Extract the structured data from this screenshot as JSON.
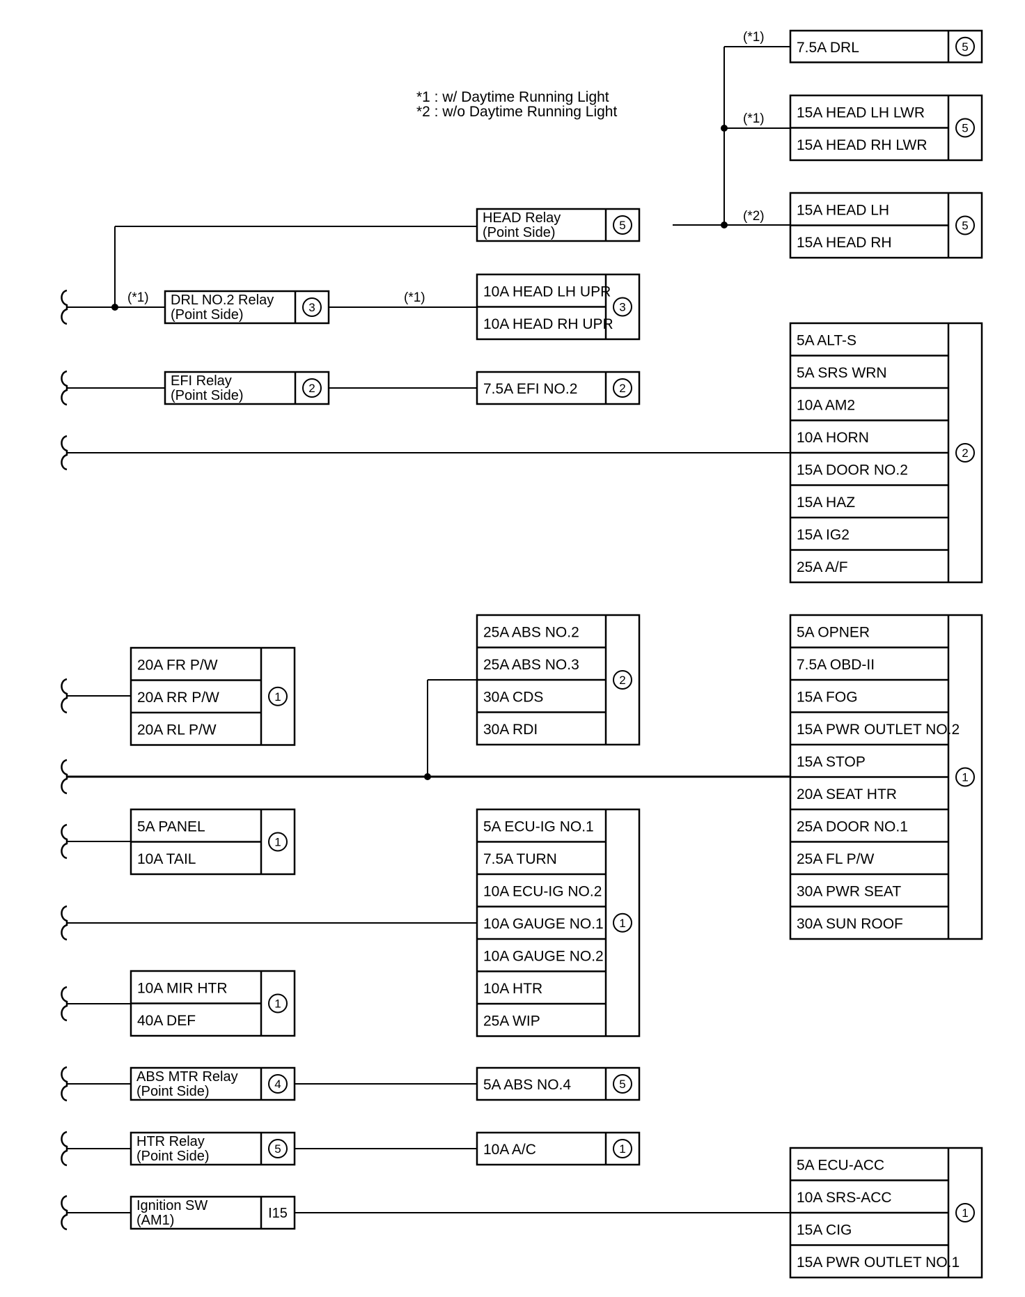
{
  "legend": {
    "note1": "*1 : w/ Daytime Running Light",
    "note2": "*2 : w/o Daytime Running Light"
  },
  "branch_labels": {
    "drl_top": "(*1)",
    "head_lwr": "(*1)",
    "head_std": "(*2)",
    "drl_relay_in": "(*1)",
    "drl_relay_out": "(*1)"
  },
  "fuse_groups": [
    {
      "items": [
        "7.5A DRL"
      ],
      "block": "5"
    },
    {
      "items": [
        "15A HEAD LH LWR",
        "15A HEAD RH LWR"
      ],
      "block": "5"
    },
    {
      "items": [
        "15A HEAD LH",
        "15A HEAD RH"
      ],
      "block": "5"
    },
    {
      "items": [
        "10A HEAD LH UPR",
        "10A HEAD RH UPR"
      ],
      "block": "3"
    },
    {
      "items": [
        "7.5A EFI NO.2"
      ],
      "block": "2"
    },
    {
      "items": [
        "5A ALT-S",
        "5A SRS WRN",
        "10A AM2",
        "10A HORN",
        "15A DOOR NO.2",
        "15A HAZ",
        "15A IG2",
        "25A A/F"
      ],
      "block": "2"
    },
    {
      "items": [
        "25A ABS NO.2",
        "25A ABS NO.3",
        "30A CDS",
        "30A RDI"
      ],
      "block": "2"
    },
    {
      "items": [
        "20A FR P/W",
        "20A RR P/W",
        "20A RL P/W"
      ],
      "block": "1"
    },
    {
      "items": [
        "5A OPNER",
        "7.5A OBD-II",
        "15A FOG",
        "15A PWR OUTLET NO.2",
        "15A STOP",
        "20A SEAT HTR",
        "25A DOOR NO.1",
        "25A FL P/W",
        "30A PWR SEAT",
        "30A SUN ROOF"
      ],
      "block": "1"
    },
    {
      "items": [
        "5A PANEL",
        "10A TAIL"
      ],
      "block": "1"
    },
    {
      "items": [
        "5A ECU-IG NO.1",
        "7.5A TURN",
        "10A ECU-IG NO.2",
        "10A GAUGE NO.1",
        "10A GAUGE NO.2",
        "10A HTR",
        "25A WIP"
      ],
      "block": "1"
    },
    {
      "items": [
        "10A MIR HTR",
        "40A DEF"
      ],
      "block": "1"
    },
    {
      "items": [
        "5A ABS NO.4"
      ],
      "block": "5"
    },
    {
      "items": [
        "10A A/C"
      ],
      "block": "1"
    },
    {
      "items": [
        "5A ECU-ACC",
        "10A SRS-ACC",
        "15A CIG",
        "15A PWR OUTLET NO.1"
      ],
      "block": "1"
    }
  ],
  "relays": [
    {
      "line1": "HEAD Relay",
      "line2": "(Point Side)",
      "block": "5"
    },
    {
      "line1": "DRL NO.2 Relay",
      "line2": "(Point Side)",
      "block": "3"
    },
    {
      "line1": "EFI Relay",
      "line2": "(Point Side)",
      "block": "2"
    },
    {
      "line1": "ABS MTR Relay",
      "line2": "(Point Side)",
      "block": "4"
    },
    {
      "line1": "HTR Relay",
      "line2": "(Point Side)",
      "block": "5"
    },
    {
      "line1": "Ignition SW",
      "line2": "(AM1)",
      "block": "I15"
    }
  ]
}
